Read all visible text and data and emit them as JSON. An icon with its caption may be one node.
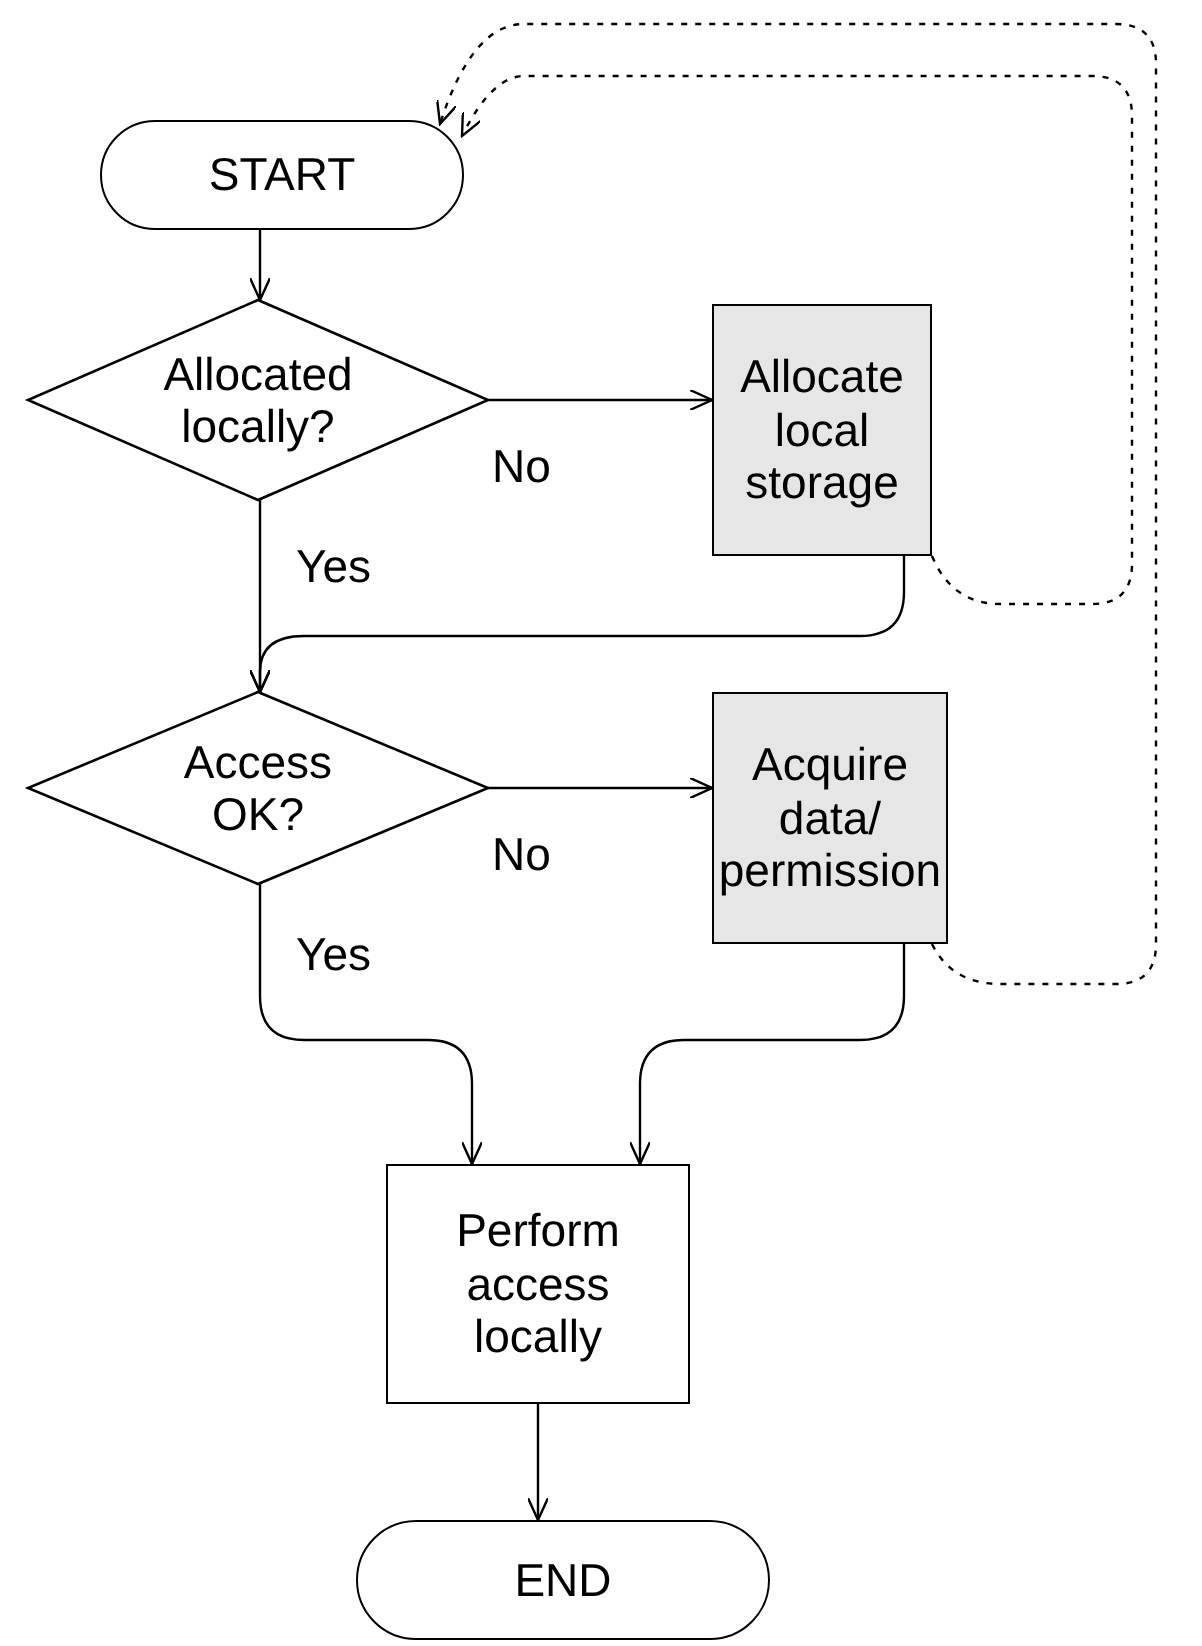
{
  "diagram": {
    "nodes": [
      {
        "text": [
          "START"
        ]
      },
      {
        "text": [
          "Allocated locally?"
        ]
      },
      {
        "text": [
          "Allocate local storage"
        ]
      },
      {
        "text": [
          "Access OK?"
        ]
      },
      {
        "text": [
          "Acquire data/ permission"
        ]
      },
      {
        "text": [
          "Perform access locally"
        ]
      },
      {
        "text": [
          "END"
        ]
      }
    ],
    "edges": [
      {
        "from": 0,
        "to": 1,
        "arrow": "to"
      },
      {
        "from": 1,
        "to": 2,
        "arrow": "to",
        "label": "No"
      },
      {
        "from": 1,
        "to": 3,
        "arrow": "to",
        "label": "Yes"
      },
      {
        "from": 2,
        "to": 3,
        "arrow": "to"
      },
      {
        "from": 2,
        "to": 0,
        "arrow": "to",
        "style": "dashed"
      },
      {
        "from": 3,
        "to": 4,
        "arrow": "to",
        "label": "No"
      },
      {
        "from": 3,
        "to": 5,
        "arrow": "to",
        "label": "Yes"
      },
      {
        "from": 4,
        "to": 5,
        "arrow": "to"
      },
      {
        "from": 4,
        "to": 0,
        "arrow": "to",
        "style": "dashed"
      },
      {
        "from": 5,
        "to": 6,
        "arrow": "to"
      }
    ]
  }
}
